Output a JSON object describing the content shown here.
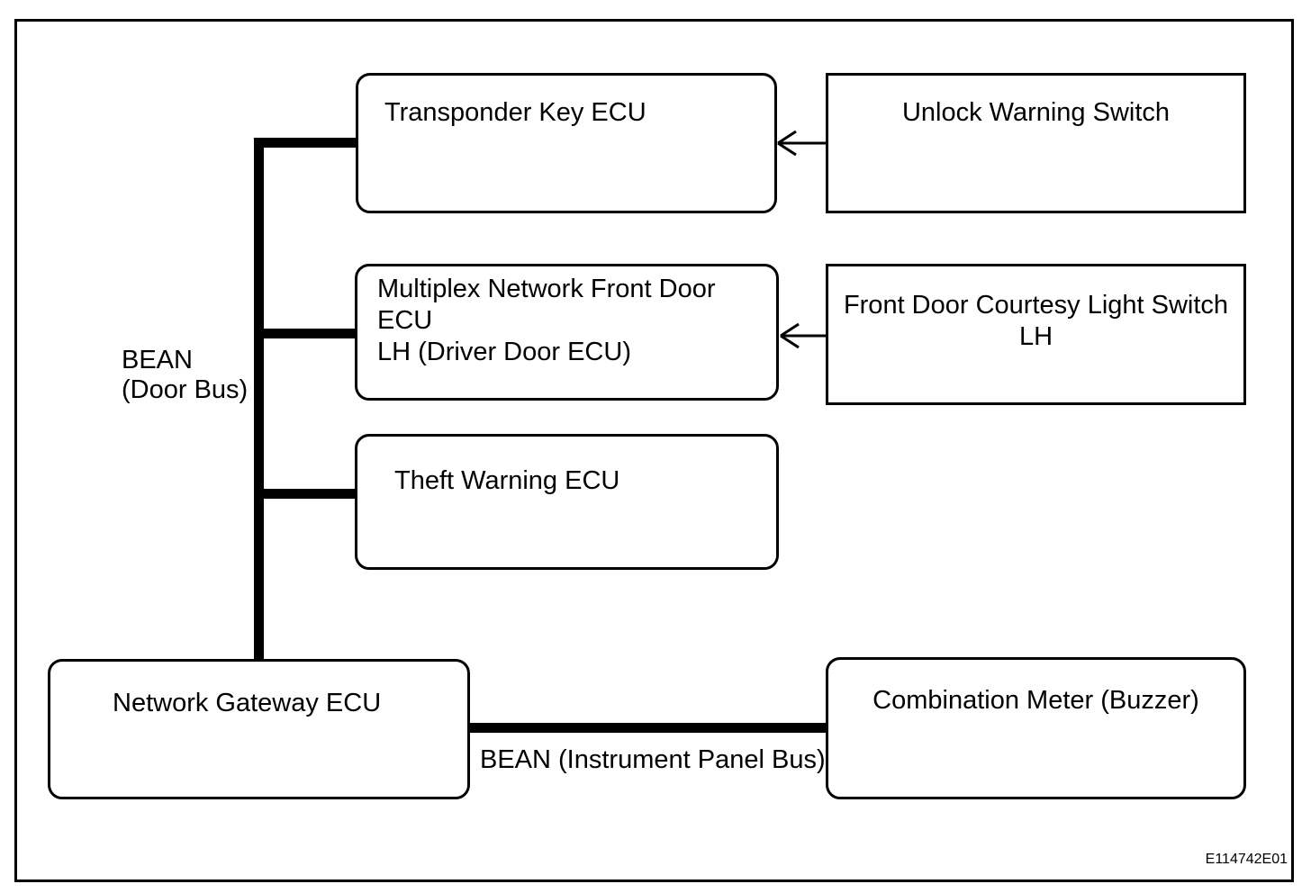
{
  "figure": {
    "code": "E114742E01"
  },
  "nodes": {
    "transponder_key_ecu": {
      "label": "Transponder Key ECU"
    },
    "unlock_warning_switch": {
      "label": "Unlock Warning Switch"
    },
    "multiplex_front_door_ecu": {
      "label": "Multiplex Network Front Door ECU LH (Driver Door ECU)",
      "lines": [
        "Multiplex Network Front Door ECU",
        "LH (Driver Door ECU)"
      ]
    },
    "front_door_courtesy_light_switch": {
      "label": "Front Door Courtesy Light Switch LH"
    },
    "theft_warning_ecu": {
      "label": "Theft Warning ECU"
    },
    "network_gateway_ecu": {
      "label": "Network Gateway ECU"
    },
    "combination_meter": {
      "label": "Combination Meter (Buzzer)"
    }
  },
  "buses": {
    "door_bus": {
      "lines": [
        "BEAN",
        "(Door Bus)"
      ]
    },
    "instrument_panel_bus": {
      "label": "BEAN (Instrument Panel Bus)"
    }
  },
  "colors": {
    "line": "#000000",
    "background": "#ffffff"
  }
}
